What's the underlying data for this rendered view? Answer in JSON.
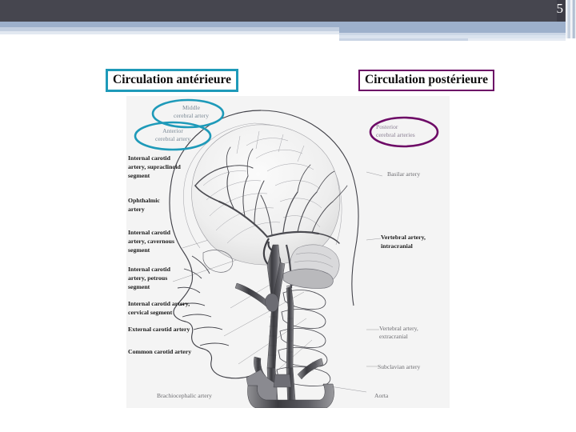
{
  "slide": {
    "page_number": "5",
    "accent_teal": "#1e9ab9",
    "accent_purple": "#6d0a66",
    "header_dark": "#46464f",
    "header_band": "#9db0cb"
  },
  "titles": {
    "anterior": "Circulation antérieure",
    "posterior": "Circulation postérieure"
  },
  "figure": {
    "highlighted_labels": [
      {
        "text": "Middle\ncerebral artery",
        "color": "#1e9ab9"
      },
      {
        "text": "Anterior\ncerebral artery",
        "color": "#1e9ab9"
      },
      {
        "text": "Posterior\ncerebral arteries",
        "color": "#6d0a66"
      }
    ],
    "labels_left": [
      "Internal carotid\nartery, supraclinoid\nsegment",
      "Ophthalmic\nartery",
      "Internal carotid\nartery, cavernous\nsegment",
      "Internal carotid\nartery, petrous\nsegment",
      "Internal carotid artery,\ncervical segment",
      "External carotid artery",
      "Common carotid artery",
      "Brachiocephalic artery"
    ],
    "labels_right": [
      "Basilar artery",
      "Vertebral artery,\nintracranial",
      "Vertebral artery,\nextracranial",
      "Subclavian artery",
      "Aorta"
    ]
  }
}
